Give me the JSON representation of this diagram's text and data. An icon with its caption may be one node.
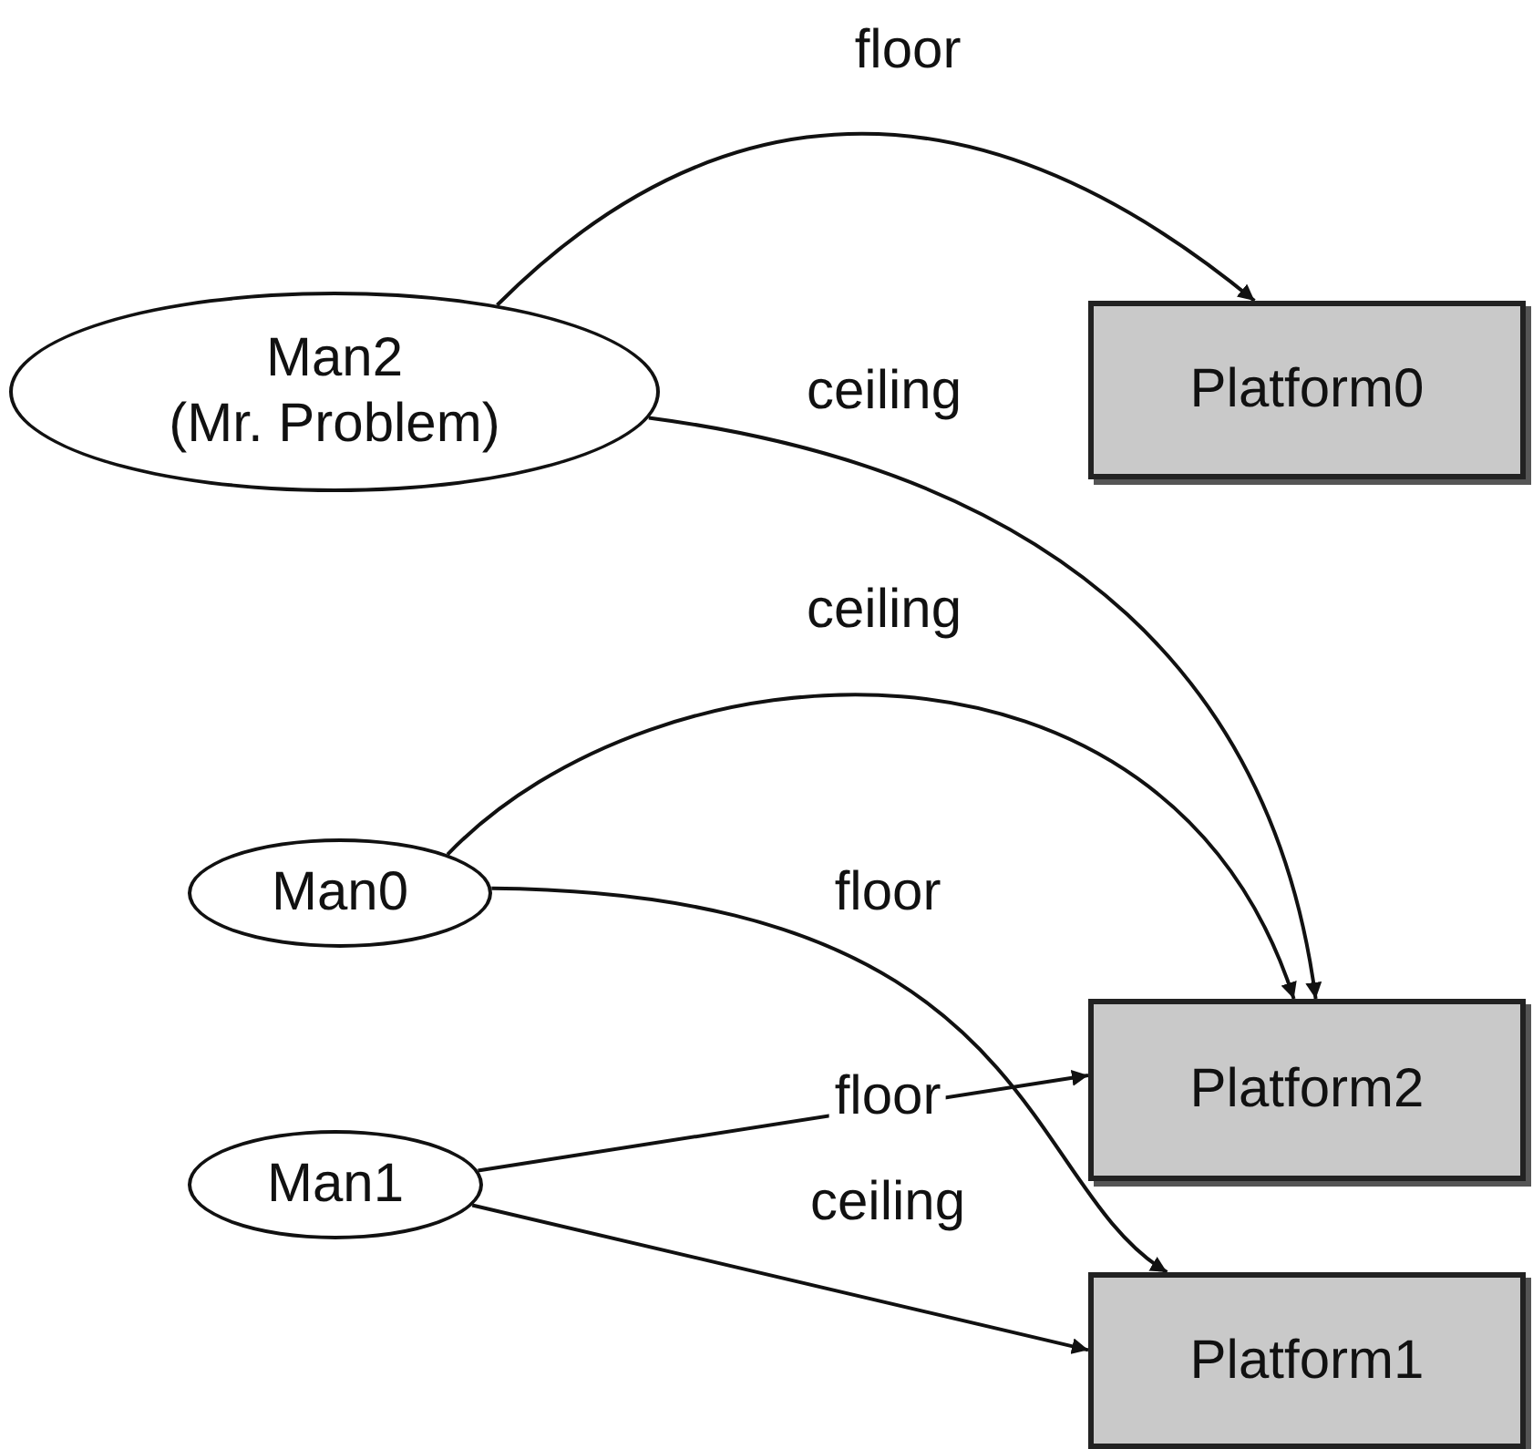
{
  "diagram": {
    "nodes": [
      {
        "text": [
          "Man2 (Mr. Problem)"
        ]
      },
      {
        "text": [
          "Platform0"
        ]
      },
      {
        "text": [
          "Man0"
        ]
      },
      {
        "text": [
          "Platform2"
        ]
      },
      {
        "text": [
          "Man1"
        ]
      },
      {
        "text": [
          "Platform1"
        ]
      }
    ],
    "edges": [
      {
        "from": 0,
        "to": 1,
        "arrow": "to",
        "label": "floor"
      },
      {
        "from": 0,
        "to": 3,
        "arrow": "to",
        "label": "ceiling"
      },
      {
        "from": 2,
        "to": 3,
        "arrow": "to",
        "label": "ceiling"
      },
      {
        "from": 2,
        "to": 5,
        "arrow": "to",
        "label": "floor"
      },
      {
        "from": 4,
        "to": 3,
        "arrow": "to",
        "label": "floor"
      },
      {
        "from": 4,
        "to": 5,
        "arrow": "to",
        "label": "ceiling"
      }
    ]
  }
}
